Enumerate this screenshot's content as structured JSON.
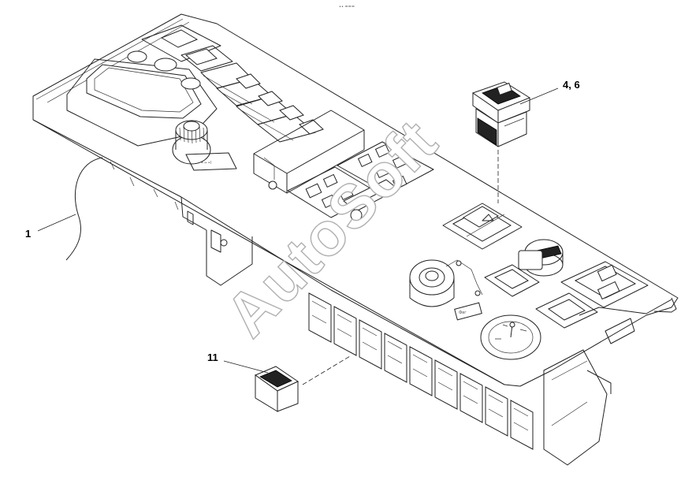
{
  "header_mark": "•• ===",
  "callouts": {
    "c1": "1",
    "c46": "4, 6",
    "c11": "11"
  },
  "watermark": "AutoSoft",
  "panel_marks": {
    "dial_tag": "•→ •I",
    "heater_tag": "Фвг"
  }
}
